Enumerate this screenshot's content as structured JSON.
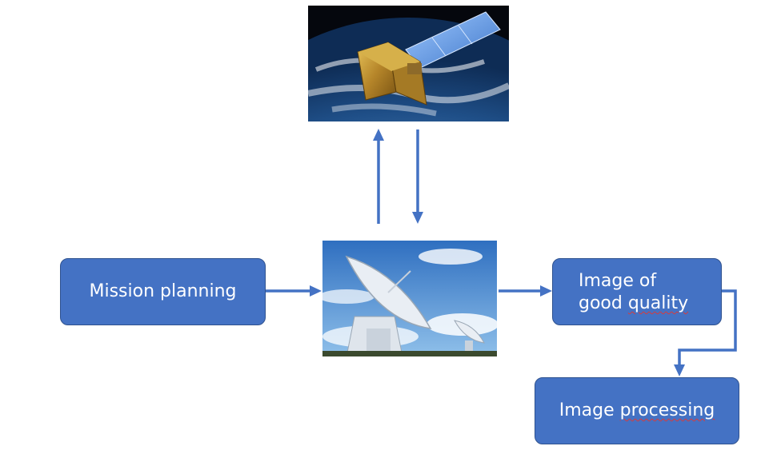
{
  "diagram": {
    "mission_planning": "Mission planning",
    "image_quality": {
      "line1": "Image of",
      "line2_plain": "good ",
      "line2_squiggle": "quality"
    },
    "image_processing": {
      "plain": "Image ",
      "squiggle": "processing"
    }
  },
  "colors": {
    "box_fill": "#4472c4",
    "box_border": "#2f528f",
    "arrow": "#4472c4",
    "text": "#ffffff",
    "spellcheck": "#d83b3b"
  },
  "images": {
    "satellite": "satellite-over-earth-photo",
    "antenna": "ground-station-antenna-photo"
  }
}
